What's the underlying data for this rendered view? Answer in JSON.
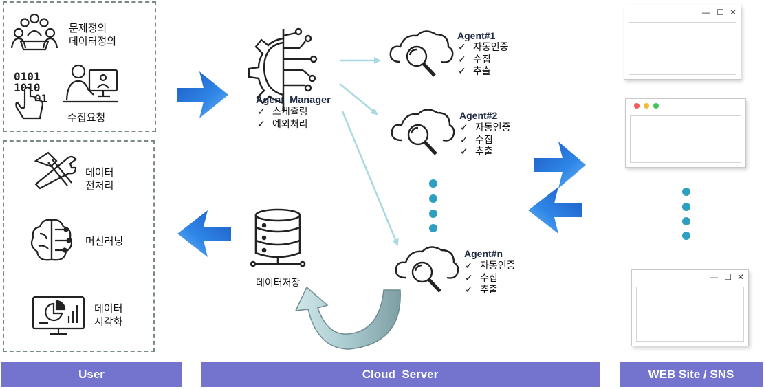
{
  "user_panel": {
    "top": {
      "definition_lines": [
        "문제정의",
        "데이터정의"
      ],
      "request_label": "수집요청",
      "binary_rows": [
        "0101",
        "1010",
        "01"
      ]
    },
    "bottom": {
      "preprocess_lines": [
        "데이터",
        "전처리"
      ],
      "ml_label": "머신러닝",
      "viz_lines": [
        "데이터",
        "시각화"
      ]
    }
  },
  "manager": {
    "title": "Agent  Manager",
    "tasks": [
      "스케쥴링",
      "예외처리"
    ]
  },
  "storage": {
    "label": "데이터저장"
  },
  "agents": [
    {
      "title": "Agent#1",
      "tasks": [
        "자동인증",
        "수집",
        "추출"
      ]
    },
    {
      "title": "Agent#2",
      "tasks": [
        "자동인증",
        "수집",
        "추출"
      ]
    },
    {
      "title": "Agent#n",
      "tasks": [
        "자동인증",
        "수집",
        "추출"
      ]
    }
  ],
  "check_mark": "✓",
  "window_controls": [
    "—",
    "☐",
    "✕"
  ],
  "sections": {
    "user": "User",
    "cloud": "Cloud  Server",
    "web": "WEB Site / SNS"
  },
  "colors": {
    "band": "#7474cf",
    "arrow_blue": "#2a73d8",
    "dot": "#2e9fc0",
    "flow_line": "#a9d8e2",
    "loop_arrow": "#9fc2c6",
    "mac_red": "#f45b5b",
    "mac_yellow": "#f3bd35",
    "mac_green": "#43c35a"
  }
}
